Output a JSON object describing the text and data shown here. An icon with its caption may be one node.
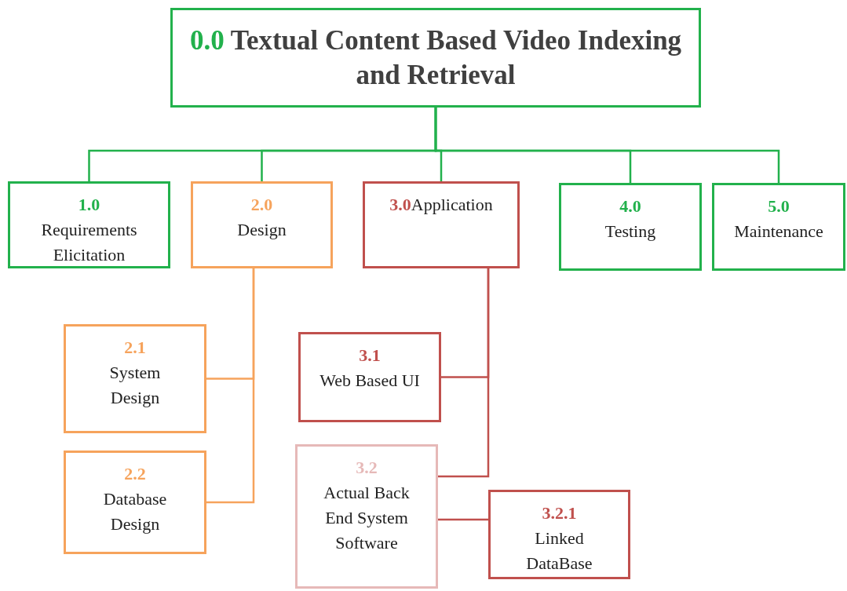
{
  "diagram": {
    "nodes": [
      {
        "text": [
          "0.0",
          "Textual Content Based Video Indexing and Retrieval"
        ]
      },
      {
        "text": [
          "1.0",
          "Requirements Elicitation"
        ]
      },
      {
        "text": [
          "2.0",
          "Design"
        ]
      },
      {
        "text": [
          "3.0",
          "Application"
        ]
      },
      {
        "text": [
          "4.0",
          "Testing"
        ]
      },
      {
        "text": [
          "5.0",
          "Maintenance"
        ]
      },
      {
        "text": [
          "2.1",
          "System Design"
        ]
      },
      {
        "text": [
          "2.2",
          "Database Design"
        ]
      },
      {
        "text": [
          "3.1",
          "Web Based UI"
        ]
      },
      {
        "text": [
          "3.2",
          "Actual Back End System Software"
        ]
      },
      {
        "text": [
          "3.2.1",
          "Linked DataBase"
        ]
      }
    ],
    "edges": [
      {
        "from": 0,
        "to": 1,
        "arrow": "none"
      },
      {
        "from": 0,
        "to": 2,
        "arrow": "none"
      },
      {
        "from": 0,
        "to": 3,
        "arrow": "none"
      },
      {
        "from": 0,
        "to": 4,
        "arrow": "none"
      },
      {
        "from": 0,
        "to": 5,
        "arrow": "none"
      },
      {
        "from": 2,
        "to": 6,
        "arrow": "none",
        "color": "#f6a35c"
      },
      {
        "from": 2,
        "to": 7,
        "arrow": "none",
        "color": "#f6a35c"
      },
      {
        "from": 3,
        "to": 8,
        "arrow": "none",
        "color": "#c0504d"
      },
      {
        "from": 3,
        "to": 9,
        "arrow": "none",
        "color": "#c0504d"
      },
      {
        "from": 9,
        "to": 10,
        "arrow": "none",
        "color": "#c0504d"
      }
    ]
  }
}
